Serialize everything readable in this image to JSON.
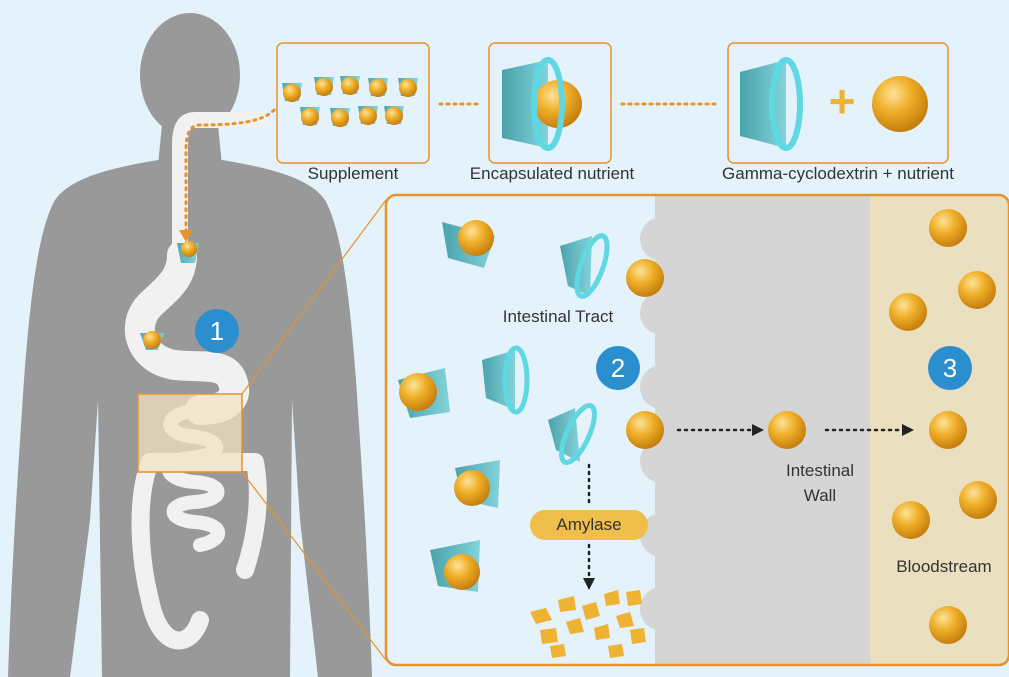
{
  "labels": {
    "supplement": "Supplement",
    "encapsulated": "Encapsulated nutrient",
    "gamma_plus": "Gamma-cyclodextrin + nutrient",
    "intestinal_tract": "Intestinal Tract",
    "intestinal_wall_1": "Intestinal",
    "intestinal_wall_2": "Wall",
    "bloodstream": "Bloodstream",
    "amylase": "Amylase",
    "plus": "+"
  },
  "steps": [
    "1",
    "2",
    "3"
  ],
  "colors": {
    "background": "#e3f2fb",
    "body": "#999999",
    "gut": "#f1f1f1",
    "accent_orange": "#e8922a",
    "cyclodextrin": "#5cc7d4",
    "nutrient": "#f0a820",
    "badge": "#2b8fcf",
    "bloodstream_bg": "#eadfbf",
    "wall_bg": "#d5d5d5"
  },
  "icons": [
    "human-body-silhouette",
    "digestive-tract",
    "cyclodextrin-cone",
    "nutrient-sphere",
    "amylase-fragments"
  ]
}
